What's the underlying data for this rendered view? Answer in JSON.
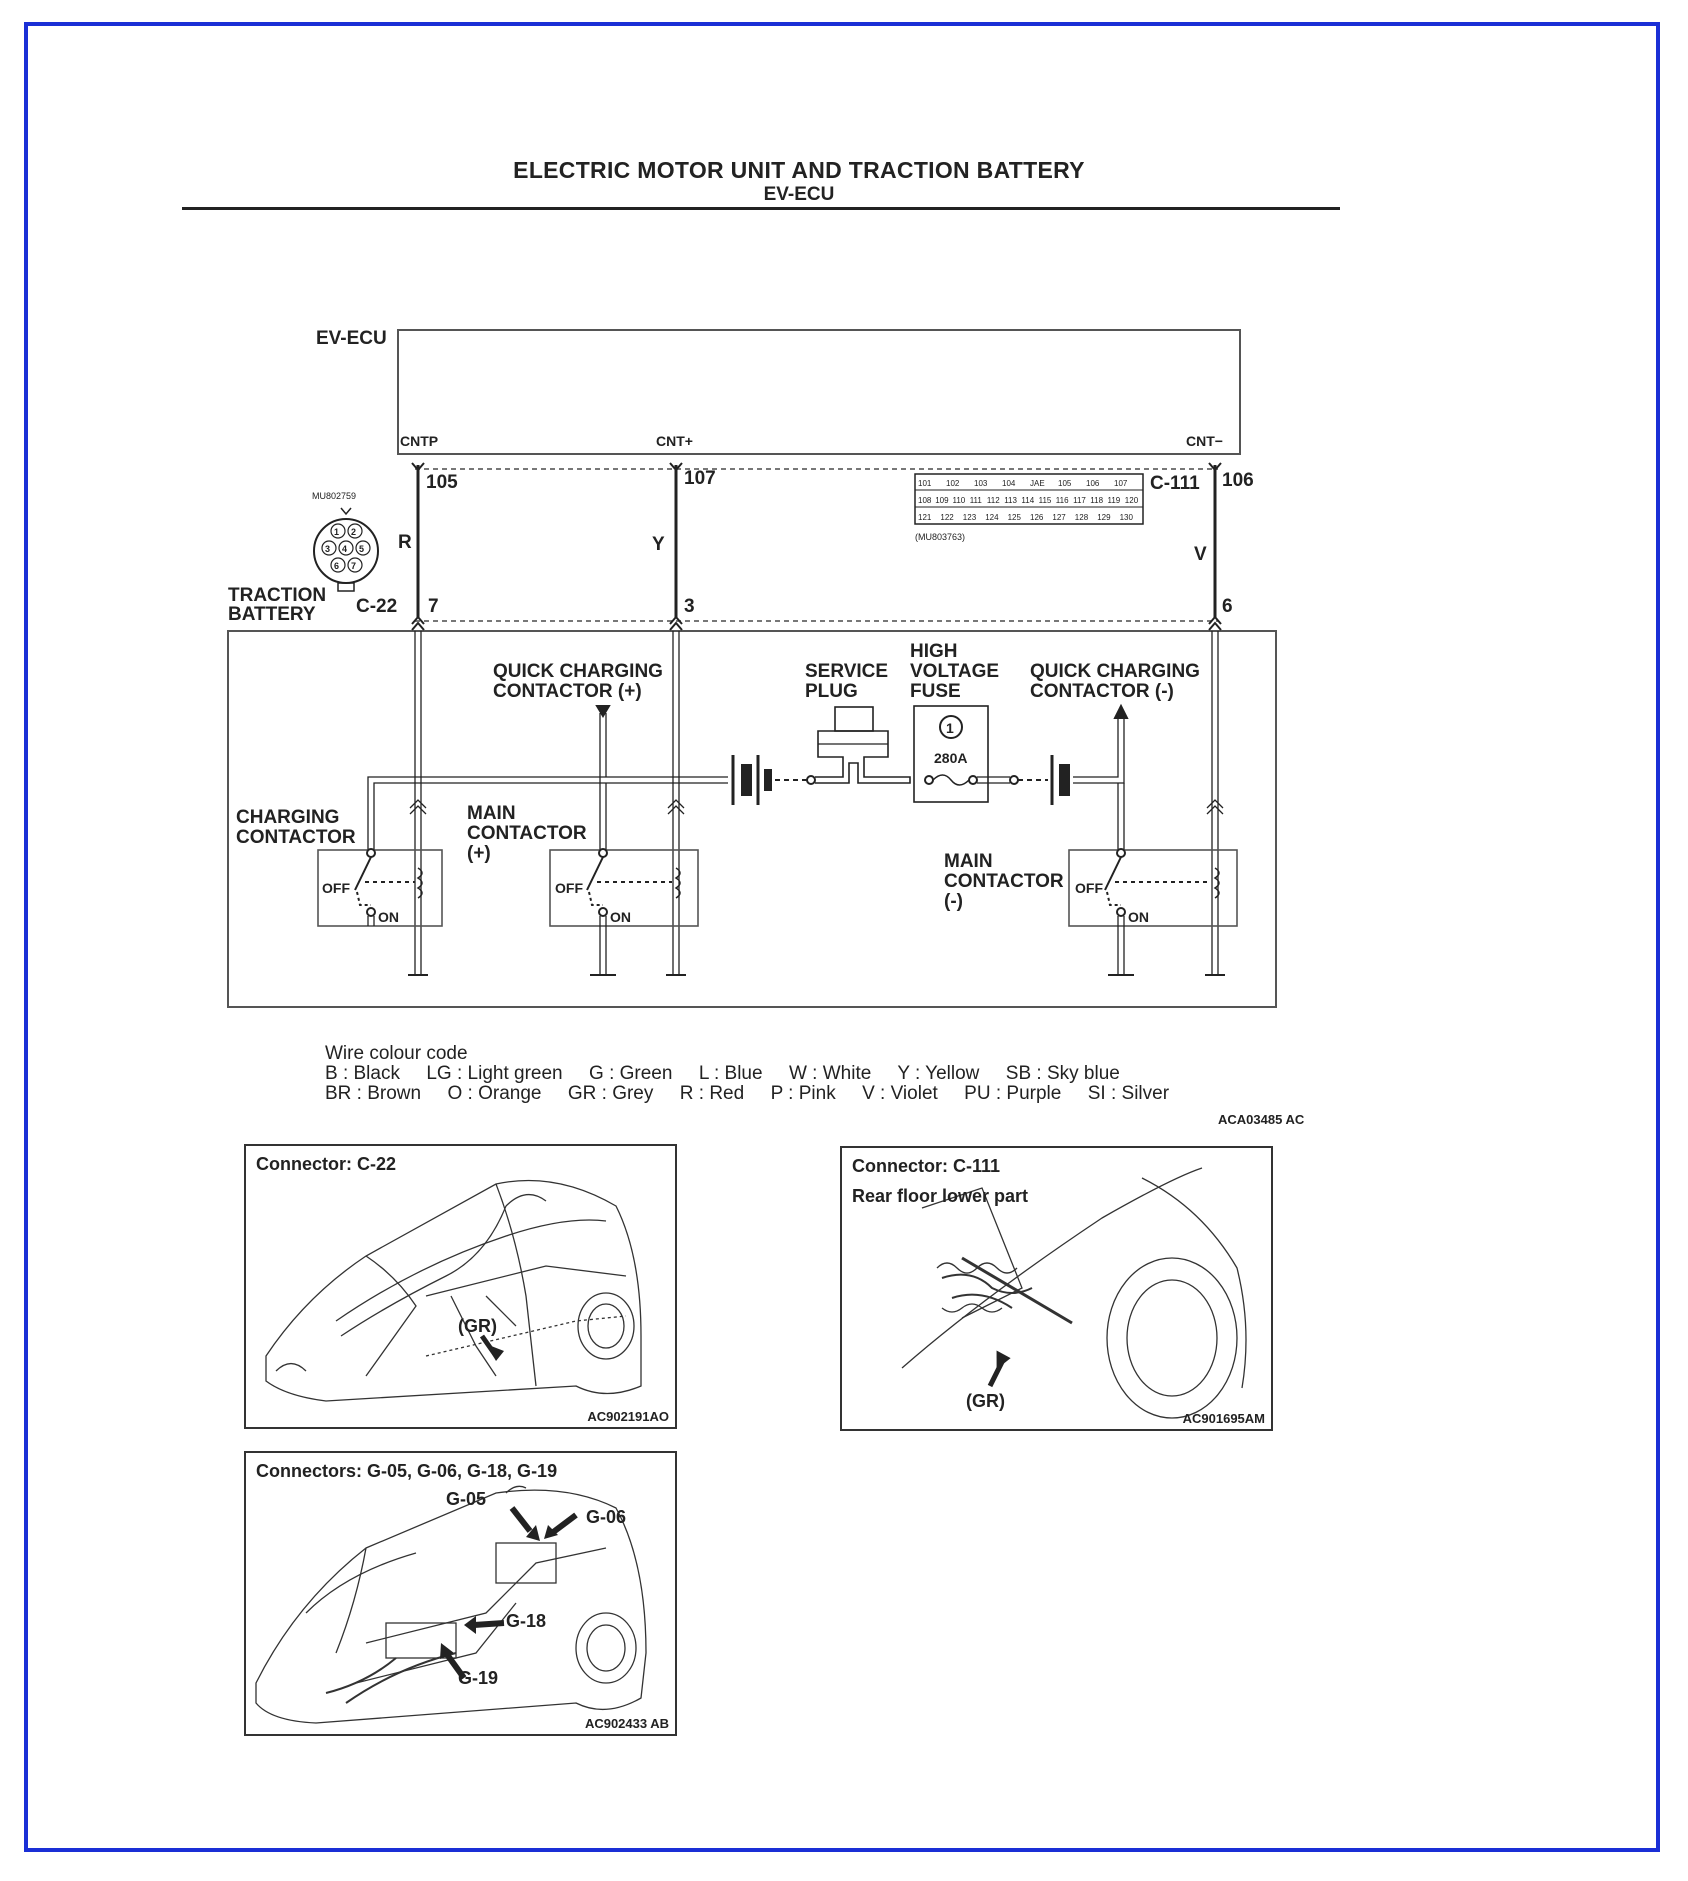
{
  "header": {
    "title": "ELECTRIC MOTOR UNIT AND TRACTION BATTERY",
    "subtitle": "EV-ECU"
  },
  "ecu": {
    "label": "EV-ECU",
    "terminals": [
      "CNTP",
      "CNT+",
      "CNT−"
    ]
  },
  "wires": [
    {
      "pin_ecu": "105",
      "colour": "R",
      "pin_battery": "7"
    },
    {
      "pin_ecu": "107",
      "colour": "Y",
      "pin_battery": "3"
    },
    {
      "pin_ecu": "106",
      "colour": "V",
      "pin_battery": "6"
    }
  ],
  "connectors": {
    "c22": "C-22",
    "c111": "C-111",
    "c22_part": "MU802759",
    "c111_part": "(MU803763)",
    "c22_pins": [
      "1",
      "2",
      "3",
      "4",
      "5",
      "6",
      "7"
    ],
    "c111_grid": {
      "row1": [
        "101",
        "102",
        "103",
        "104",
        "JAE",
        "105",
        "106",
        "107"
      ],
      "row2": [
        "108",
        "109",
        "110",
        "111",
        "112",
        "113",
        "114",
        "115",
        "116",
        "117",
        "118",
        "119",
        "120"
      ],
      "row3": [
        "121",
        "122",
        "123",
        "124",
        "125",
        "126",
        "127",
        "128",
        "129",
        "130"
      ]
    }
  },
  "battery": {
    "label_line1": "TRACTION",
    "label_line2": "BATTERY",
    "components": {
      "qc_plus_1": "QUICK CHARGING",
      "qc_plus_2": "CONTACTOR (+)",
      "service_1": "SERVICE",
      "service_2": "PLUG",
      "fuse_1": "HIGH",
      "fuse_2": "VOLTAGE",
      "fuse_3": "FUSE",
      "fuse_num": "1",
      "fuse_rating": "280A",
      "qc_minus_1": "QUICK CHARGING",
      "qc_minus_2": "CONTACTOR (-)",
      "charging_1": "CHARGING",
      "charging_2": "CONTACTOR",
      "main_plus_1": "MAIN",
      "main_plus_2": "CONTACTOR",
      "main_plus_3": "(+)",
      "main_minus_1": "MAIN",
      "main_minus_2": "CONTACTOR",
      "main_minus_3": "(-)",
      "off": "OFF",
      "on": "ON"
    }
  },
  "legend": {
    "title": "Wire colour code",
    "line1": "B : Black     LG : Light green     G : Green     L : Blue     W : White     Y : Yellow     SB : Sky blue",
    "line2": "BR : Brown     O : Orange     GR : Grey     R : Red     P : Pink     V : Violet     PU : Purple     SI : Silver"
  },
  "diagram_code": "ACA03485 AC",
  "panels": {
    "c22": {
      "title": "Connector: C-22",
      "marker": "(GR)",
      "code": "AC902191AO"
    },
    "c111": {
      "title": "Connector: C-111",
      "subtitle": "Rear floor lower part",
      "marker": "(GR)",
      "code": "AC901695AM"
    },
    "ground": {
      "title": "Connectors: G-05, G-06, G-18, G-19",
      "g05": "G-05",
      "g06": "G-06",
      "g18": "G-18",
      "g19": "G-19",
      "code": "AC902433 AB"
    }
  },
  "colors": {
    "frame": "#1a2fd6",
    "ink": "#222222"
  }
}
